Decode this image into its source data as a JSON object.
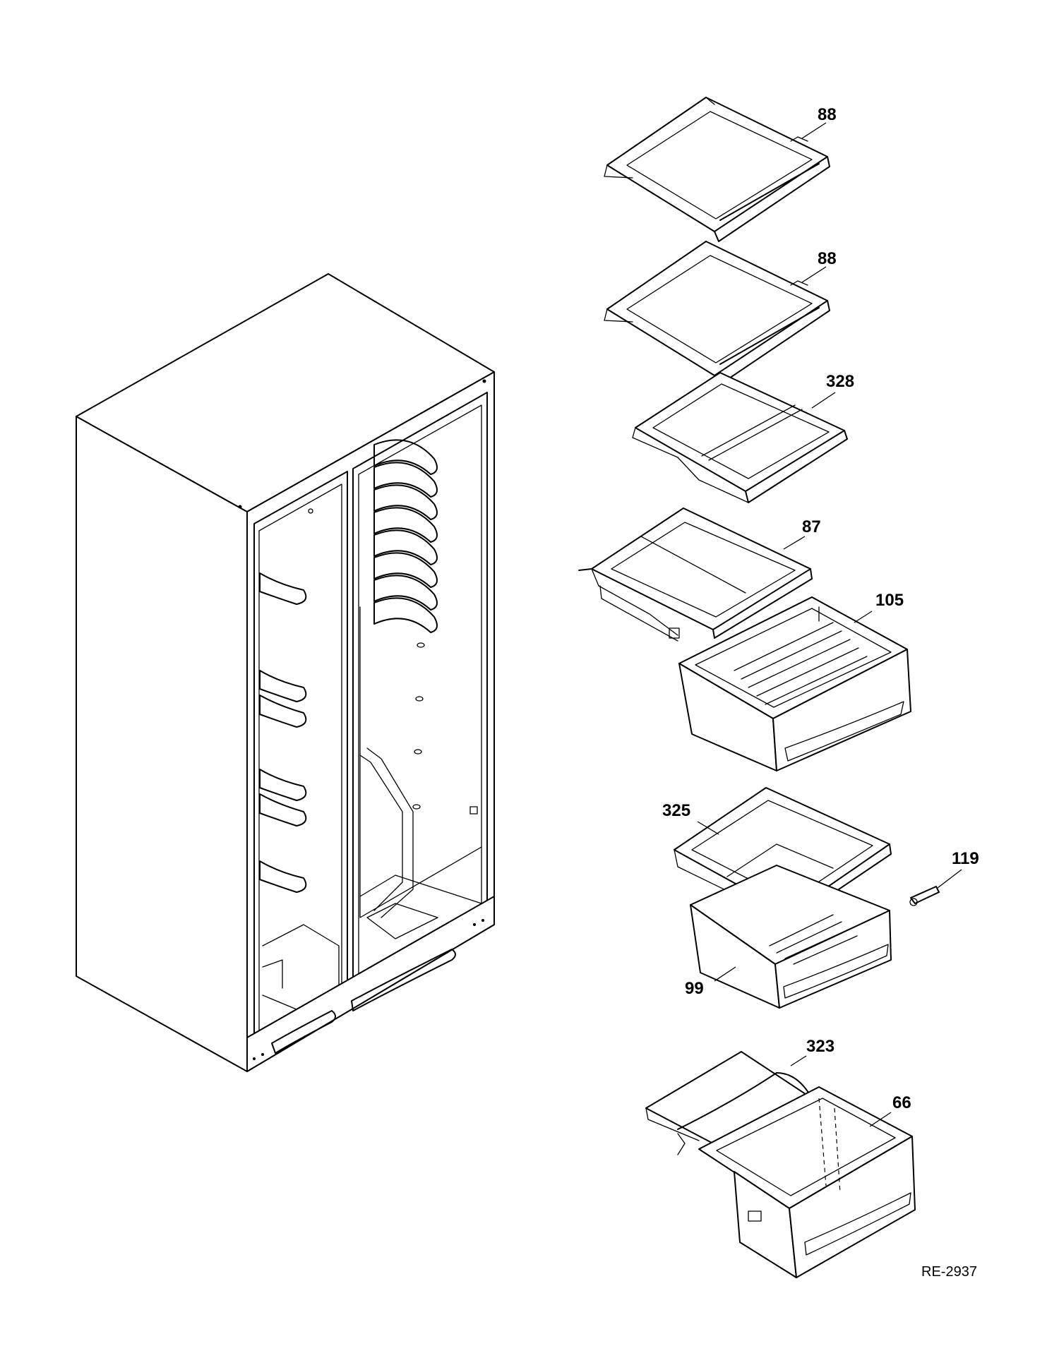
{
  "callouts": [
    {
      "id": "shelf-top",
      "label": "88"
    },
    {
      "id": "shelf-second",
      "label": "88"
    },
    {
      "id": "shelf-328",
      "label": "328"
    },
    {
      "id": "frame-87",
      "label": "87"
    },
    {
      "id": "drawer-105",
      "label": "105"
    },
    {
      "id": "cover-325",
      "label": "325"
    },
    {
      "id": "part-119",
      "label": "119"
    },
    {
      "id": "drawer-99",
      "label": "99"
    },
    {
      "id": "cover-323",
      "label": "323"
    },
    {
      "id": "drawer-66",
      "label": "66"
    }
  ],
  "reference_code": "RE-2937"
}
